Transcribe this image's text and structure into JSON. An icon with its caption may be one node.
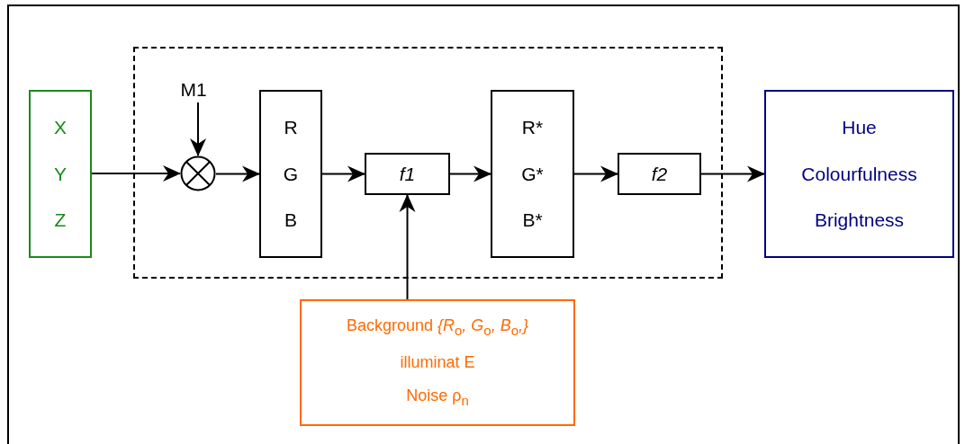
{
  "diagram": {
    "nodes": [
      {
        "text": [
          "X",
          "Y",
          "Z"
        ]
      },
      {
        "text": [],
        "shape": "box"
      },
      {
        "text": [
          "M1"
        ],
        "in": 1
      },
      {
        "text": [],
        "shape": "circle",
        "in": 1
      },
      {
        "text": [
          "R",
          "G",
          "B"
        ],
        "in": 1
      },
      {
        "text": [
          "f1"
        ],
        "in": 1
      },
      {
        "text": [
          "R*",
          "G*",
          "B*"
        ],
        "in": 1
      },
      {
        "text": [
          "f2"
        ],
        "in": 1
      },
      {
        "text": [
          "Hue",
          "Colourfulness",
          "Brightness"
        ]
      },
      {
        "text": [
          "Background *{R*$_{o}$*, G*$_{o}$*, B*$_{o}$*,}*",
          "illuminat E",
          "Noise ρ$_{n}$"
        ]
      }
    ],
    "edges": [
      {
        "from": 0,
        "to": 3,
        "arrow": "to"
      },
      {
        "from": 2,
        "to": 3,
        "arrow": "to"
      },
      {
        "from": 3,
        "to": 4,
        "arrow": "to"
      },
      {
        "from": 4,
        "to": 5,
        "arrow": "to"
      },
      {
        "from": 5,
        "to": 6,
        "arrow": "to"
      },
      {
        "from": 6,
        "to": 7,
        "arrow": "to"
      },
      {
        "from": 7,
        "to": 8,
        "arrow": "to"
      },
      {
        "from": 9,
        "to": 5,
        "arrow": "to"
      }
    ]
  }
}
